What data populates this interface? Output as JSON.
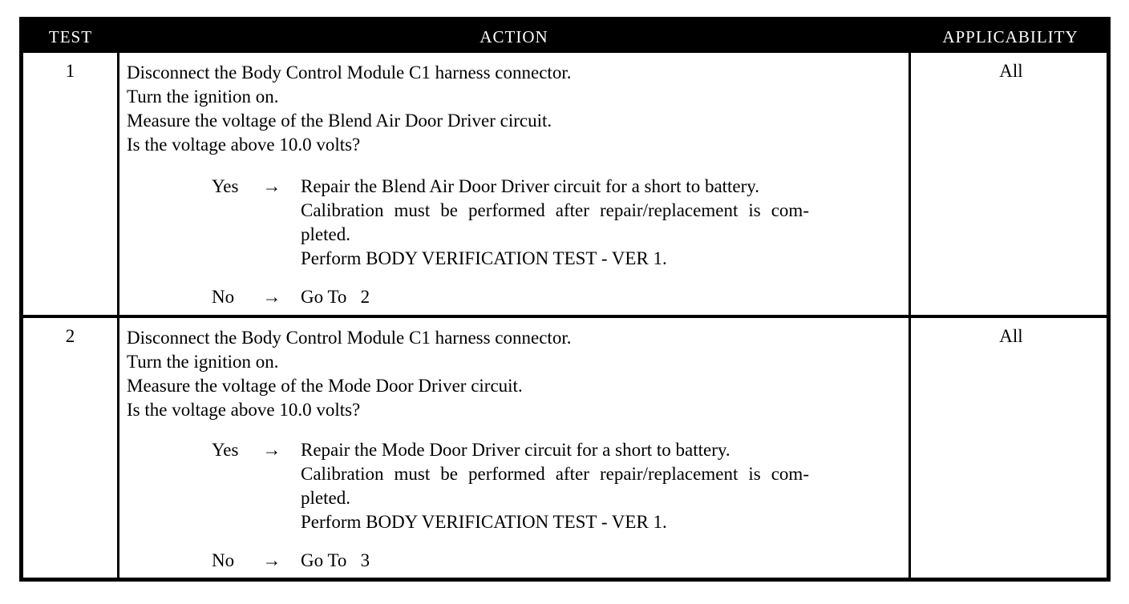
{
  "header": {
    "test": "TEST",
    "action": "ACTION",
    "applicability": "APPLICABILITY"
  },
  "rows": [
    {
      "test": "1",
      "applicability": "All",
      "steps": [
        "Disconnect the Body Control Module C1 harness connector.",
        "Turn the ignition on.",
        "Measure the voltage of the Blend Air Door Driver circuit.",
        "Is the voltage above 10.0 volts?"
      ],
      "yes": {
        "label": "Yes",
        "arrow": "→",
        "lines": [
          "Repair the Blend Air Door Driver circuit for a short to battery.",
          "Calibration must be performed after repair/replacement is com-",
          "pleted.",
          "Perform BODY VERIFICATION TEST - VER 1."
        ]
      },
      "no": {
        "label": "No",
        "arrow": "→",
        "text": "Go To   2"
      }
    },
    {
      "test": "2",
      "applicability": "All",
      "steps": [
        "Disconnect the Body Control Module C1 harness connector.",
        "Turn the ignition on.",
        "Measure the voltage of the Mode Door Driver circuit.",
        "Is the voltage above 10.0 volts?"
      ],
      "yes": {
        "label": "Yes",
        "arrow": "→",
        "lines": [
          "Repair the Mode Door Driver circuit for a short to battery.",
          "Calibration must be performed after repair/replacement is com-",
          "pleted.",
          "Perform BODY VERIFICATION TEST - VER 1."
        ]
      },
      "no": {
        "label": "No",
        "arrow": "→",
        "text": "Go To   3"
      }
    }
  ]
}
